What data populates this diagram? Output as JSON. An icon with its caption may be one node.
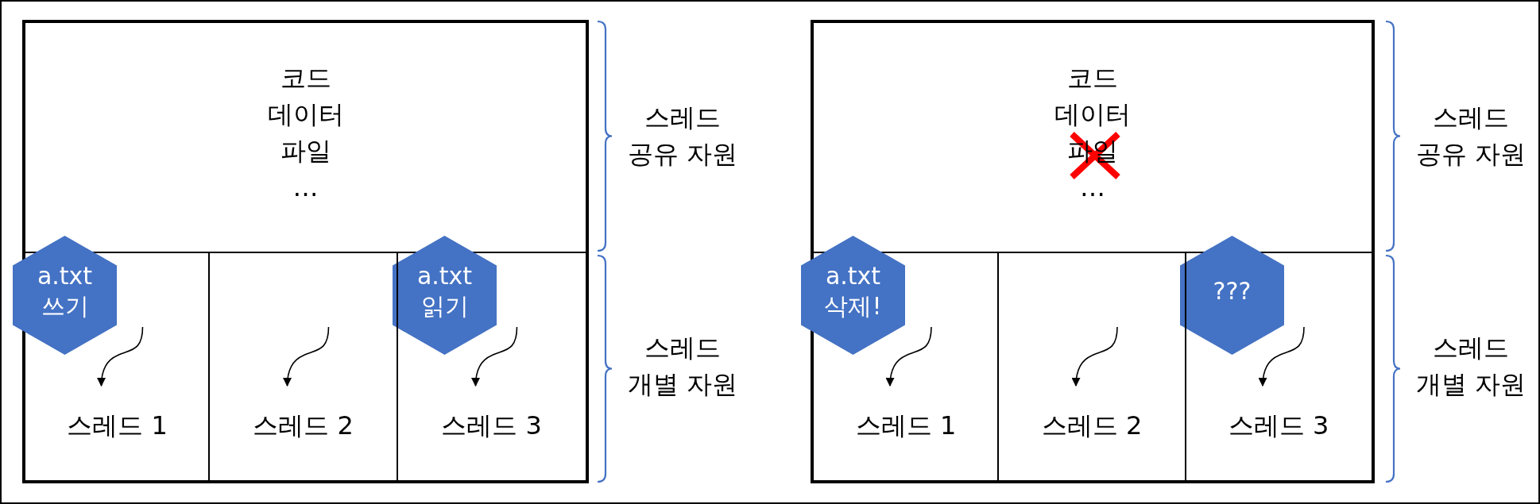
{
  "diagram": {
    "nodes": [
      {
        "text": [],
        "shape": "box"
      },
      {
        "text": [
          "코드 데이터 파일 …"
        ],
        "in": 0
      },
      {
        "text": [
          "a.txt 쓰기"
        ]
      },
      {
        "text": [
          "a.txt 읽기"
        ],
        "in": 0
      },
      {
        "text": [
          "스레드 1"
        ],
        "in": 0
      },
      {
        "text": [
          "스레드 2"
        ],
        "in": 0
      },
      {
        "text": [
          "스레드 3"
        ],
        "in": 0
      },
      {
        "text": [],
        "shape": "box"
      },
      {
        "text": [
          "코드 데이터 파일 …"
        ],
        "in": 7
      },
      {
        "text": [
          "a.txt 삭제!"
        ]
      },
      {
        "text": [
          "???"
        ],
        "in": 7
      },
      {
        "text": [
          "스레드 1"
        ],
        "in": 7
      },
      {
        "text": [
          "스레드 2"
        ],
        "in": 7
      },
      {
        "text": [
          "스레드 3"
        ],
        "in": 7
      }
    ],
    "edges": [
      {
        "from": null,
        "to": 4,
        "arrow": "to"
      },
      {
        "from": null,
        "to": 5,
        "arrow": "to"
      },
      {
        "from": null,
        "to": 6,
        "arrow": "to"
      },
      {
        "from": null,
        "to": 11,
        "arrow": "to"
      },
      {
        "from": null,
        "to": 12,
        "arrow": "to"
      },
      {
        "from": null,
        "to": 13,
        "arrow": "to"
      }
    ],
    "labels": [
      "스레드 공유 자원",
      "스레드 개별 자원",
      "스레드 공유 자원",
      "스레드 개별 자원"
    ]
  }
}
